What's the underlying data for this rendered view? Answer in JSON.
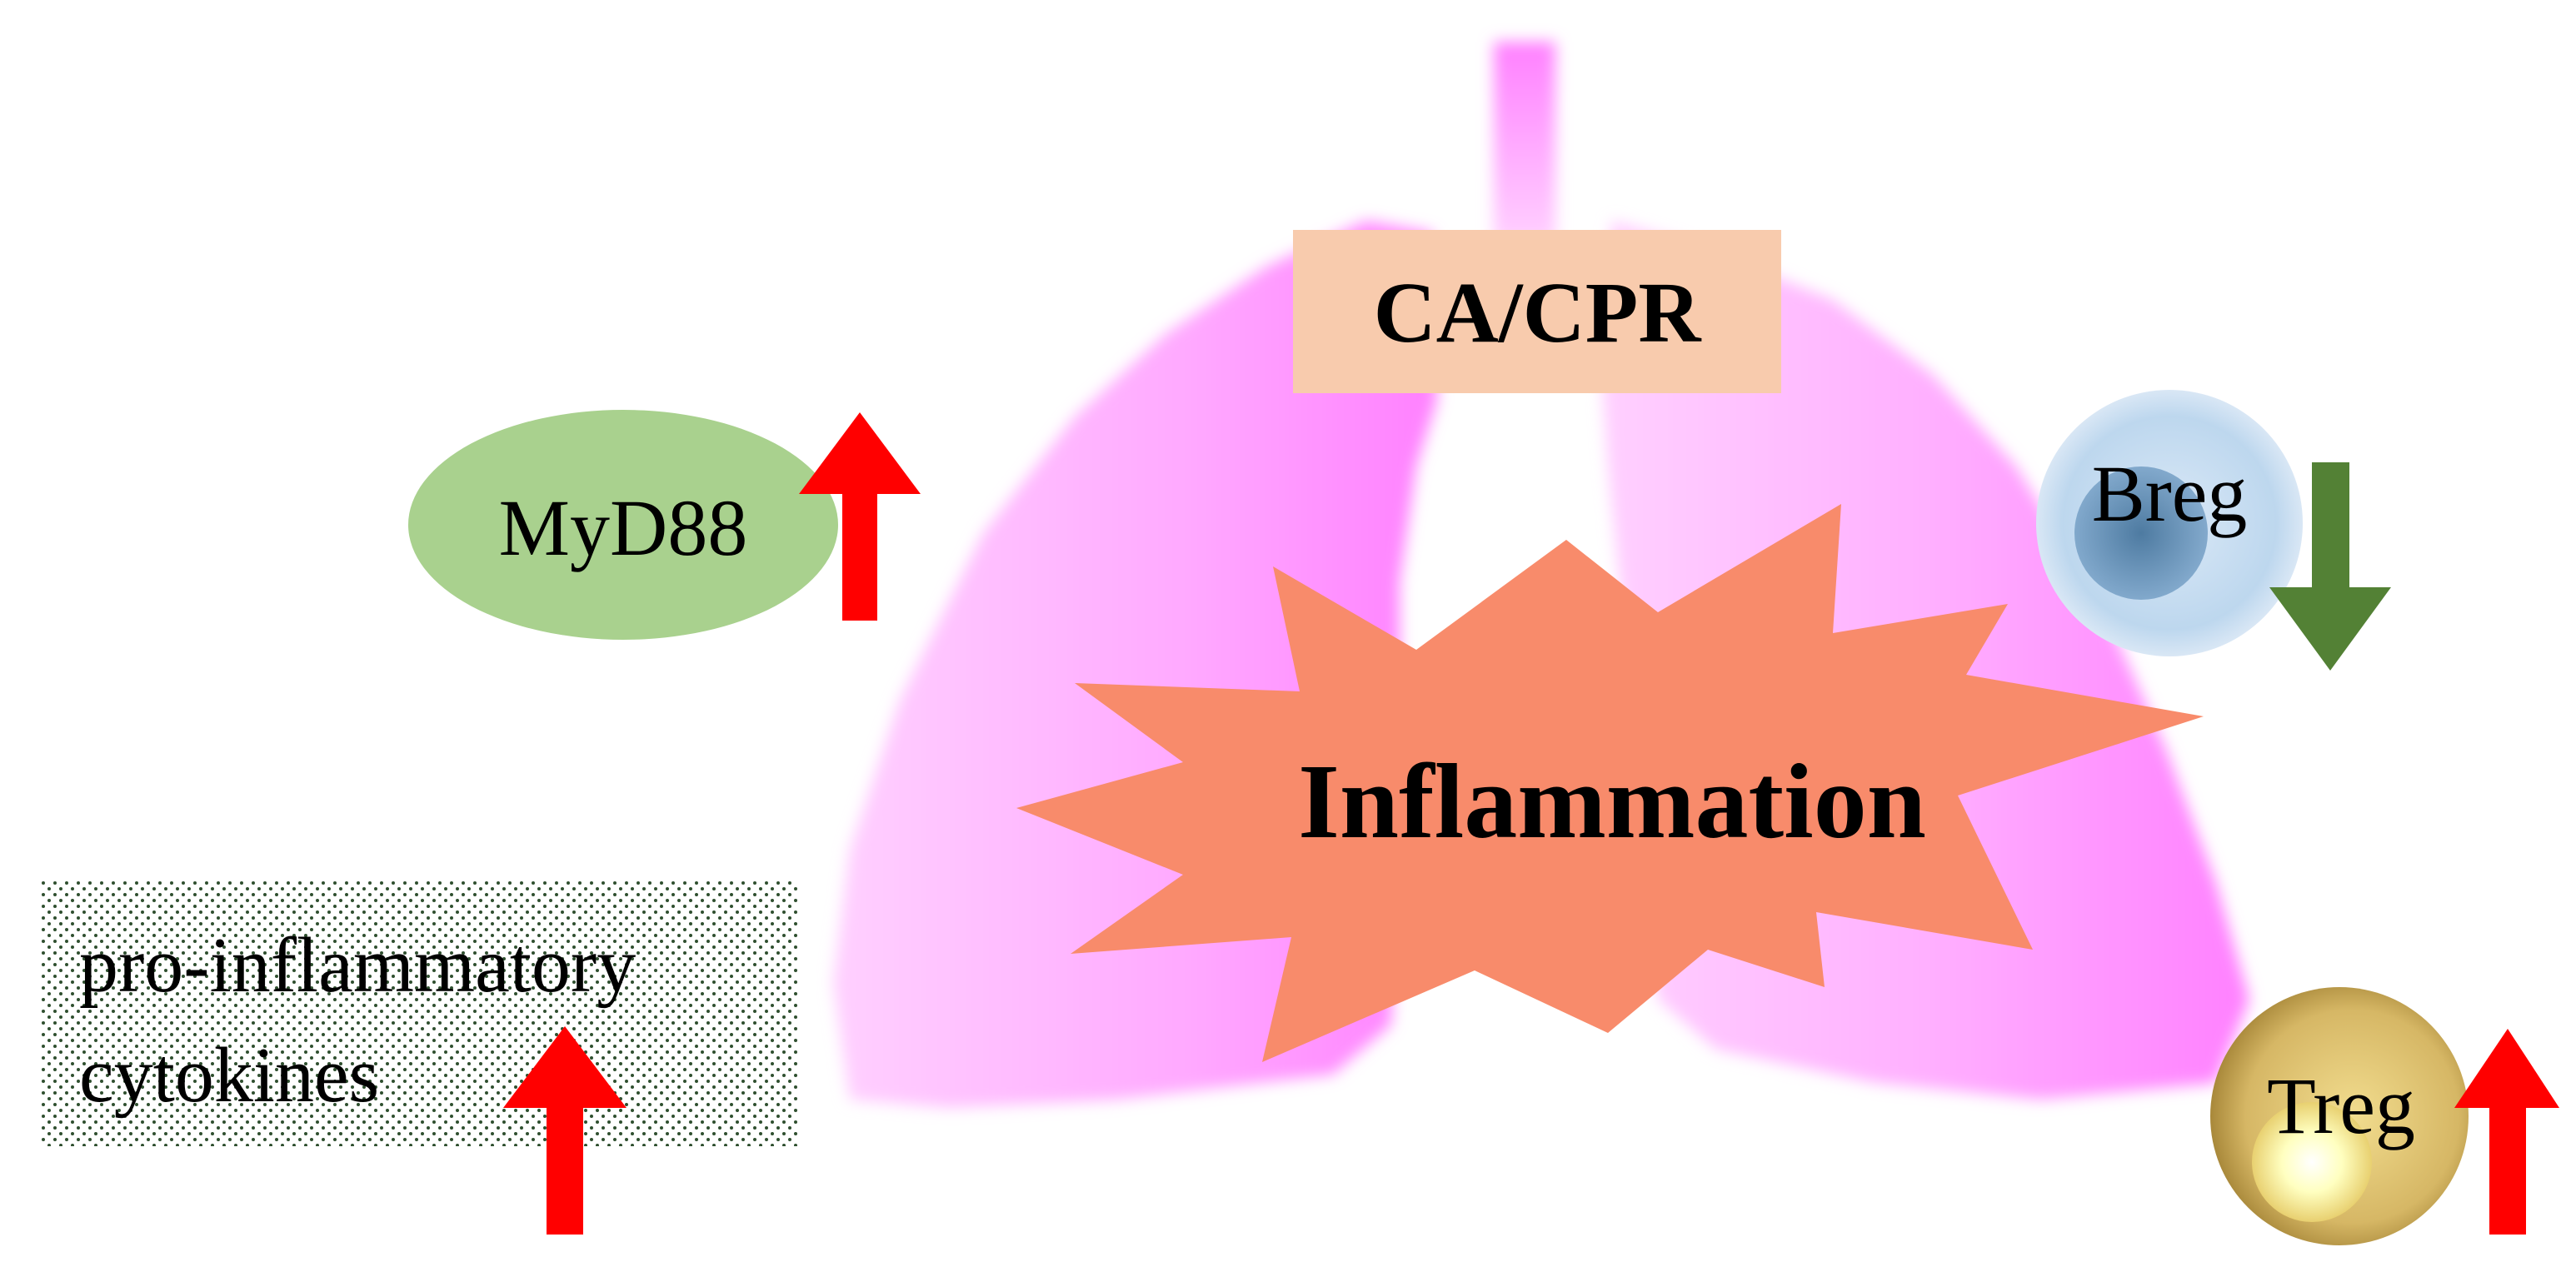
{
  "diagram": {
    "trigger": {
      "label": "CA/CPR"
    },
    "center": {
      "label": "Inflammation"
    },
    "factors": [
      {
        "id": "myd88",
        "label": "MyD88",
        "direction": "up",
        "arrow_color": "#ff0000"
      },
      {
        "id": "cytokines",
        "label_line1": "pro-inflammatory",
        "label_line2": "cytokines",
        "direction": "up",
        "arrow_color": "#ff0000"
      },
      {
        "id": "breg",
        "label": "Breg",
        "direction": "down",
        "arrow_color": "#538135"
      },
      {
        "id": "treg",
        "label": "Treg",
        "direction": "up",
        "arrow_color": "#ff0000"
      }
    ],
    "colors": {
      "lung": "#ff80ff",
      "lung_light": "#ffd0ff",
      "trigger_box": "#f8cbad",
      "burst": "#f88b6b",
      "myd88_ellipse": "#a9d18e",
      "breg_cell": "#bdd7ee",
      "breg_nucleus": "#5b87ad",
      "treg_cell": "#c9a84f",
      "treg_nucleus": "#ffffb0",
      "up_arrow": "#ff0000",
      "down_arrow": "#538135",
      "dots": "#2f4f2f"
    }
  }
}
